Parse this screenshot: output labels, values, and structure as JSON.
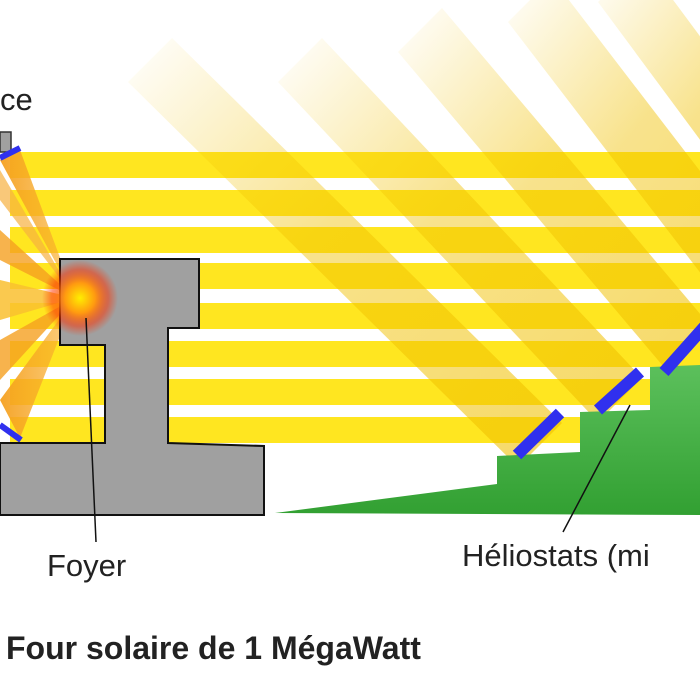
{
  "labels": {
    "concentrator_partial": "ce",
    "focus": "Foyer",
    "heliostats_partial": "Héliostats (mi",
    "title": "Four solaire de 1 MégaWatt"
  },
  "colors": {
    "beam_yellow": "#ffe620",
    "diagonal_beam": "#f0c000",
    "mirror_blue": "#3030ee",
    "ground_green": "#3aa83a",
    "building_gray": "#a0a0a0",
    "focus_glow": "#ff3000"
  }
}
